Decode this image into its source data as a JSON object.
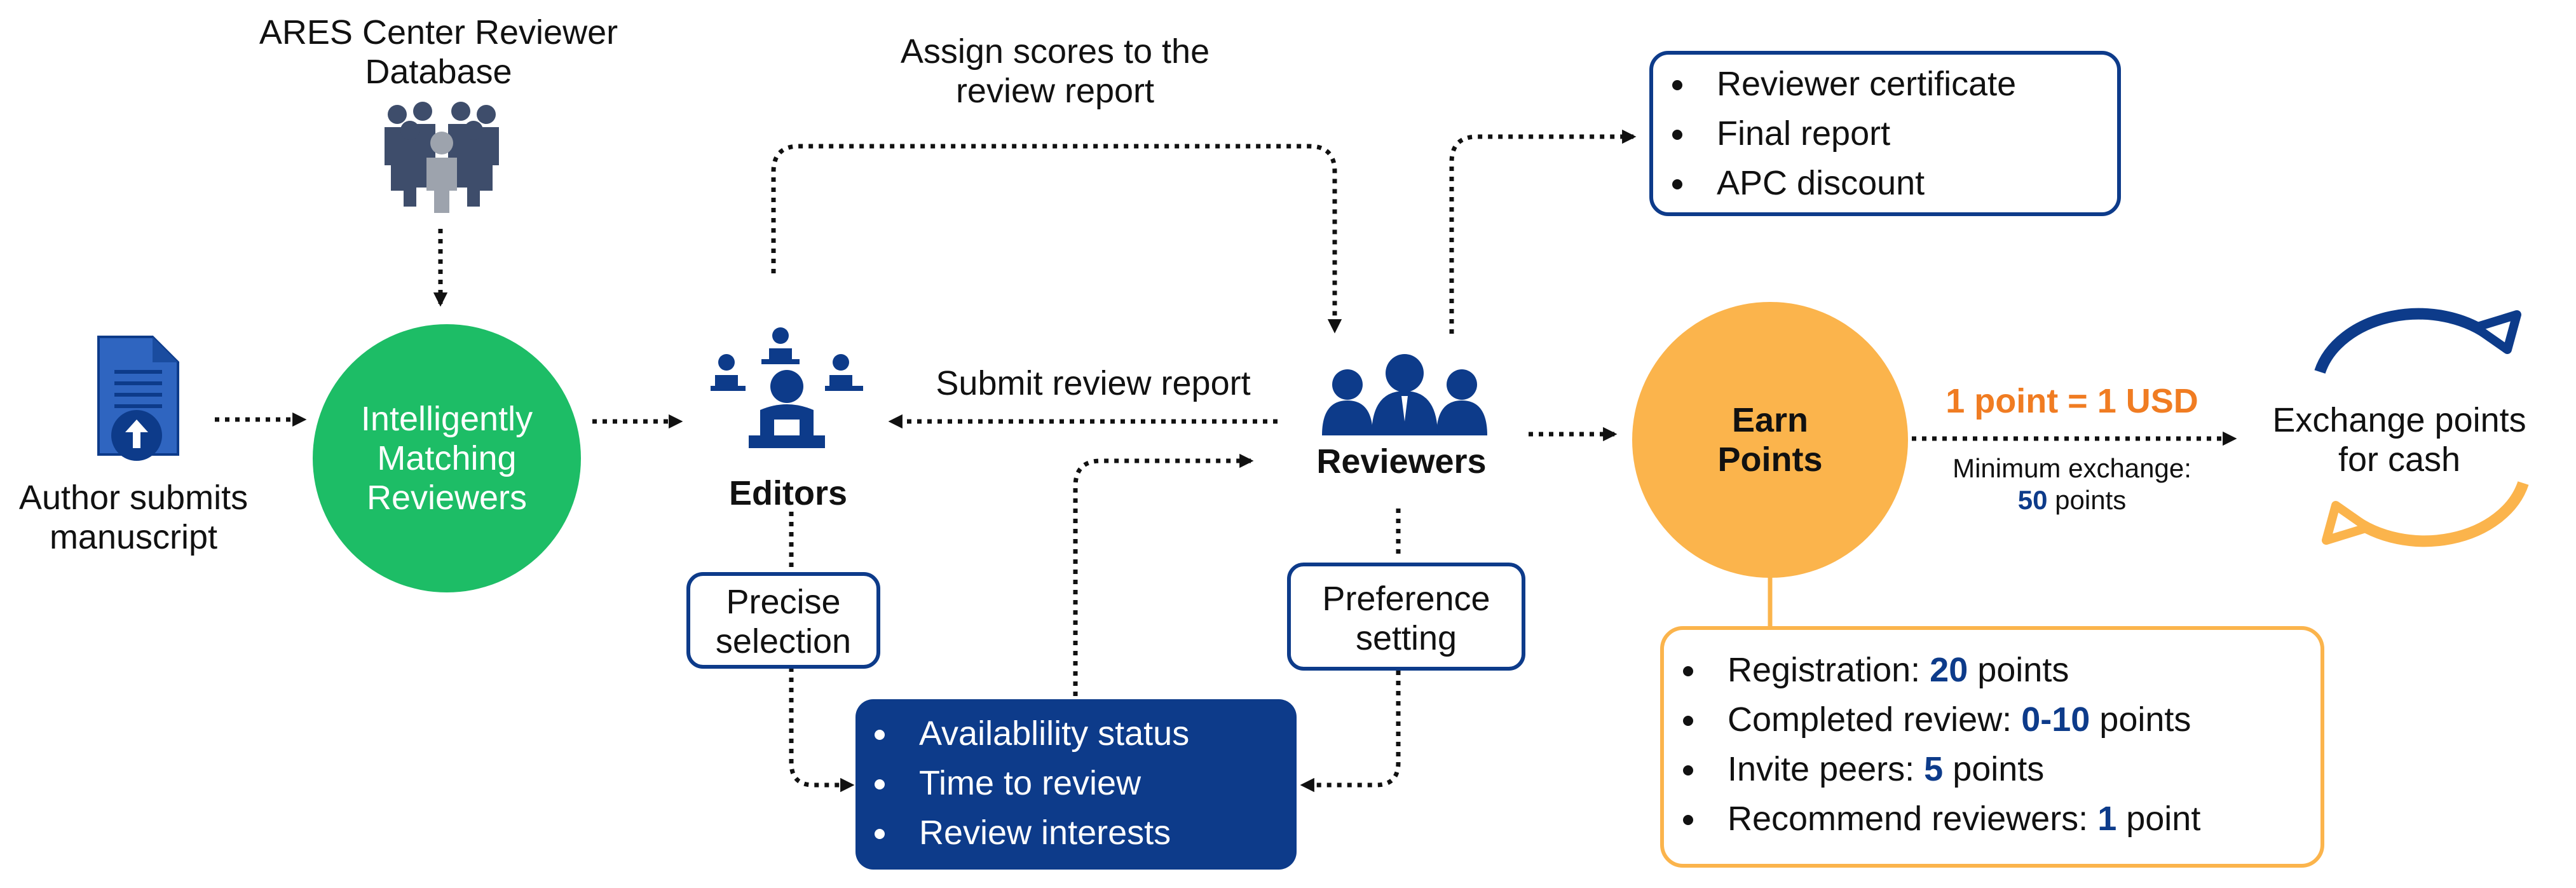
{
  "database": {
    "title_line1": "ARES Center Reviewer",
    "title_line2": "Database"
  },
  "author": {
    "line1": "Author submits",
    "line2": "manuscript"
  },
  "matching": {
    "line1": "Intelligently",
    "line2": "Matching",
    "line3": "Reviewers"
  },
  "editors": {
    "label": "Editors"
  },
  "reviewers": {
    "label": "Reviewers"
  },
  "assign_scores": {
    "line1": "Assign scores to the",
    "line2": "review report"
  },
  "submit_report": {
    "label": "Submit review report"
  },
  "precise_selection": {
    "line1": "Precise",
    "line2": "selection"
  },
  "preference_setting": {
    "line1": "Preference",
    "line2": "setting"
  },
  "reviewer_info": {
    "items": [
      "Availablility status",
      "Time to review",
      "Review interests"
    ]
  },
  "benefits": {
    "items": [
      "Reviewer certificate",
      "Final report",
      "APC discount"
    ]
  },
  "earn_points": {
    "line1": "Earn",
    "line2": "Points"
  },
  "rate": {
    "label": "1 point = 1 USD",
    "min_line1": "Minimum exchange:",
    "min_value": "50",
    "min_unit": " points"
  },
  "exchange": {
    "line1": "Exchange points",
    "line2": "for cash"
  },
  "points_rules": {
    "items": [
      {
        "label": "Registration: ",
        "value": "20",
        "unit": " points"
      },
      {
        "label": "Completed review: ",
        "value": "0-10",
        "unit": " points"
      },
      {
        "label": "Invite peers: ",
        "value": "5",
        "unit": " points"
      },
      {
        "label": "Recommend reviewers: ",
        "value": "1",
        "unit": " point"
      }
    ]
  },
  "colors": {
    "navy": "#0d3b8a",
    "green": "#1dbd66",
    "orange": "#fbb44c",
    "rate_orange": "#f07c22"
  }
}
